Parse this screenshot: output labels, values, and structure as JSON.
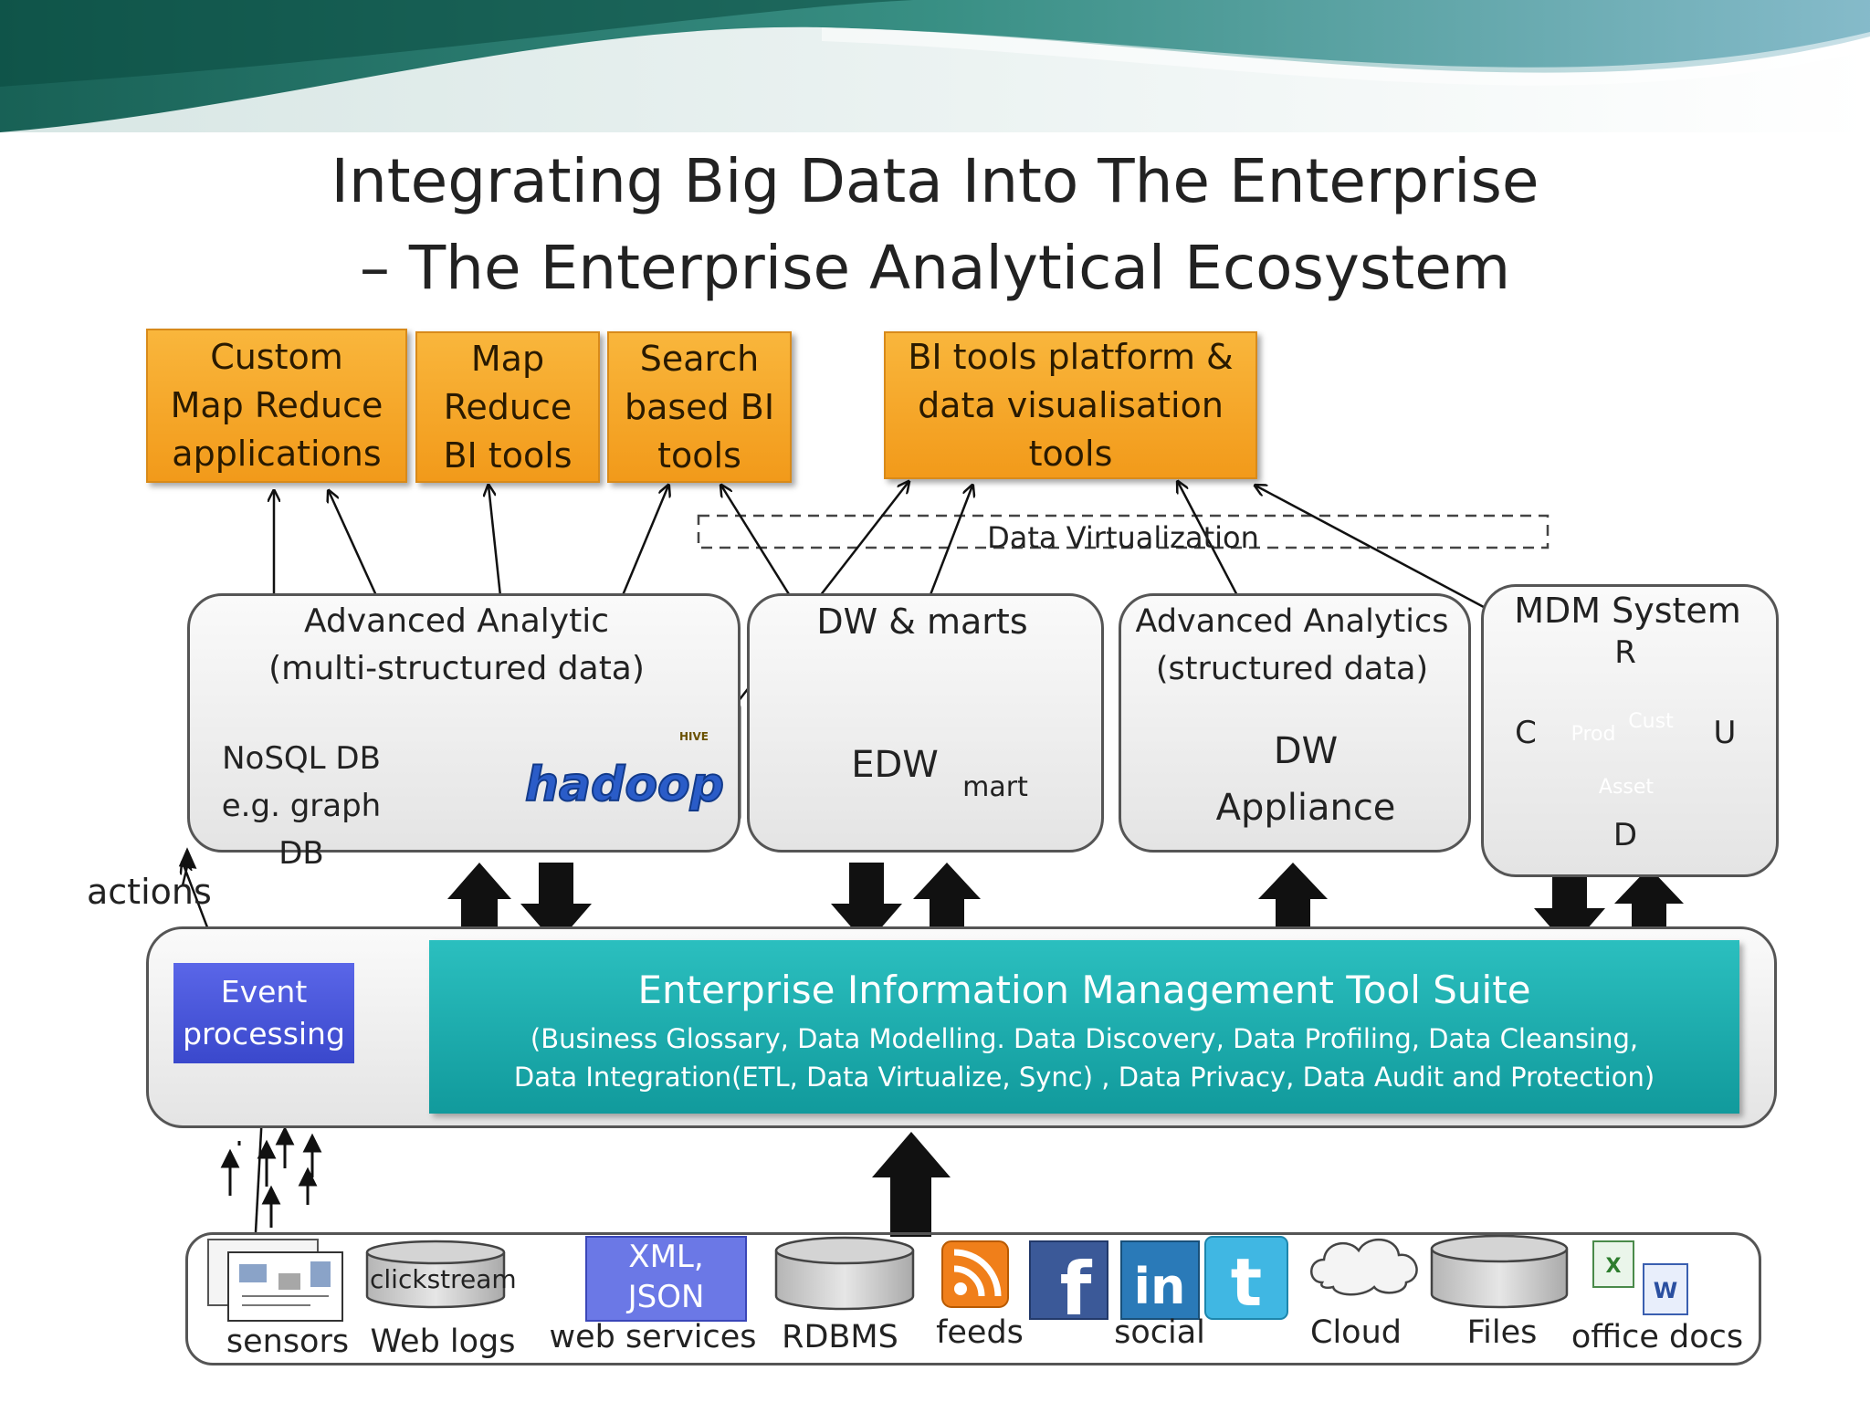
{
  "title_line1": "Integrating Big Data Into The Enterprise",
  "title_line2": "– The Enterprise Analytical Ecosystem",
  "tools": {
    "custom_mapreduce": "Custom\nMap Reduce\napplications",
    "mapreduce_bi": "Map\nReduce\nBI tools",
    "search_bi": "Search\nbased BI\ntools",
    "bi_platform": "BI tools platform &\ndata visualisation\ntools"
  },
  "data_virtualization": "Data Virtualization",
  "panels": {
    "advanced_analytic": "Advanced Analytic\n(multi-structured data)",
    "dw_marts": "DW & marts",
    "advanced_structured": "Advanced Analytics\n(structured data)",
    "mdm": "MDM System"
  },
  "stores": {
    "nosql": "NoSQL DB\ne.g. graph DB",
    "hadoop": "hadoop",
    "hive": "HIVE",
    "edw": "EDW",
    "mart": "mart",
    "dw_appliance": "DW\nAppliance"
  },
  "mdm_ring": {
    "r": "R",
    "c": "C",
    "u": "U",
    "d": "D",
    "prod": "Prod",
    "cust": "Cust",
    "asset": "Asset"
  },
  "actions": "actions",
  "event_processing": "Event\nprocessing",
  "eim": {
    "title": "Enterprise Information Management Tool Suite",
    "line1": "(Business Glossary, Data Modelling. Data Discovery, Data Profiling, Data Cleansing,",
    "line2": "Data Integration(ETL, Data Virtualize, Sync) , Data Privacy, Data Audit and Protection)"
  },
  "sources": {
    "sensors": "sensors",
    "clickstream": "clickstream",
    "web_logs": "Web logs",
    "xml_json": "XML,\nJSON",
    "web_services": "web services",
    "rdbms": "RDBMS",
    "feeds": "feeds",
    "social": "social",
    "cloud": "Cloud",
    "files": "Files",
    "office_docs": "office docs"
  },
  "colors": {
    "tool_orange": "#f5a623",
    "eim_teal": "#1aacad",
    "event_blue": "#4652d9",
    "mdm_yellow": "#f5c400",
    "cylinder_teal": "#1aa3a8",
    "olap_cube": "#c02a8a"
  }
}
